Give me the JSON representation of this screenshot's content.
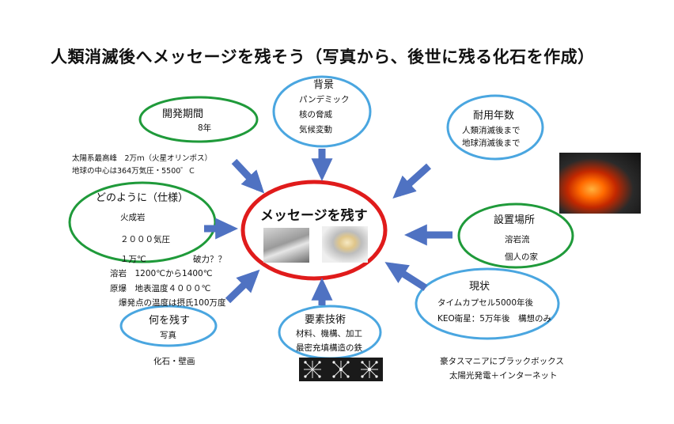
{
  "title": "人類消滅後へメッセージを残そう（写真から、後世に残る化石を作成）",
  "center": {
    "label": "メッセージを残す"
  },
  "nodes": {
    "background": {
      "title": "背景",
      "items": [
        "パンデミック",
        "核の脅威",
        "気候変動"
      ]
    },
    "dev_period": {
      "title": "開発期間",
      "items": [
        "8年"
      ]
    },
    "durability": {
      "title": "耐用年数",
      "items": [
        "人類消滅後まで",
        "地球消滅後まで"
      ]
    },
    "how": {
      "title": "どのように（仕様）",
      "items": [
        "火成岩",
        "２０００気圧",
        "１万℃"
      ]
    },
    "location": {
      "title": "設置場所",
      "items": [
        "溶岩流",
        "個人の家"
      ]
    },
    "current_status": {
      "title": "現状",
      "items": [
        "タイムカプセル5000年後",
        "KEO衛星：5万年後　構想のみ"
      ]
    },
    "what": {
      "title": "何を残す",
      "items": [
        "写真"
      ]
    },
    "tech": {
      "title": "要素技術",
      "items": [
        "材料、機構、加工",
        "最密充填構造の鉄"
      ]
    }
  },
  "notes": {
    "olympus": "太陽系最高峰　2万ｍ（火星オリンポス）",
    "earth_center": "地球の中心は364万気圧・5500゜Ｃ",
    "pressure": "破力？？",
    "lava_temp": "溶岩　1200℃から1400℃",
    "bomb": "原爆　地表温度４０００℃",
    "explosion": "爆発点の温度は摂氏100万度",
    "fossil_mural": "化石・壁画",
    "tasmania": "豪タスマニアにブラックボックス",
    "solar": "太陽光発電＋インターネット"
  },
  "colors": {
    "blue": "#4aa6e0",
    "green": "#1f9a3a",
    "red": "#e01b1b",
    "arrow": "#4f72c2"
  }
}
